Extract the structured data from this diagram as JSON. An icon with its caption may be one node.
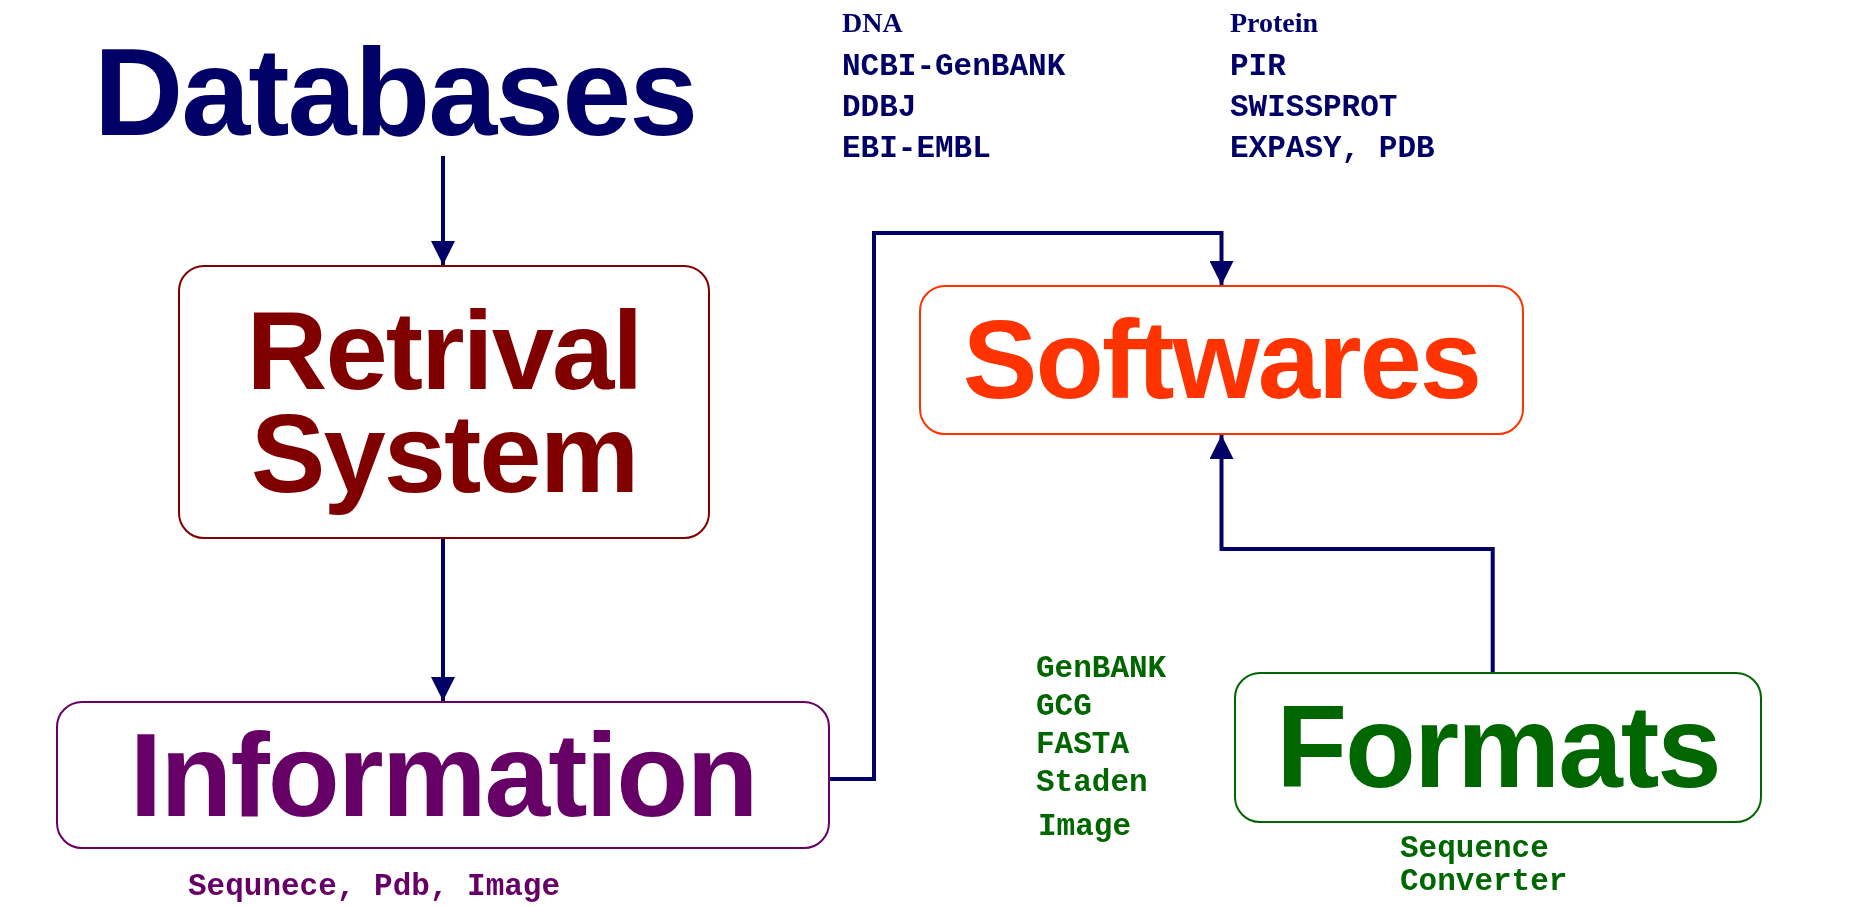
{
  "diagram": {
    "nodes": [
      {
        "text": [
          "Databases"
        ]
      },
      {
        "text": [
          "Retrival System"
        ]
      },
      {
        "text": [
          "Information"
        ],
        "beside": [
          "Sequnece, Pdb, Image"
        ]
      },
      {
        "text": [
          "Softwares"
        ]
      },
      {
        "text": [
          "Formats"
        ],
        "beside": [
          "GenBANK",
          "GCG",
          "FASTA",
          "Staden",
          "Image",
          "Sequence Converter"
        ]
      }
    ],
    "edges": [
      {
        "from": 0,
        "to": 1,
        "arrow": "to"
      },
      {
        "from": 1,
        "to": 2,
        "arrow": "to"
      },
      {
        "from": 2,
        "to": 3,
        "arrow": "to"
      },
      {
        "from": 4,
        "to": 3,
        "arrow": "to"
      }
    ],
    "labels": [
      "DNA",
      "NCBI-GenBANK",
      "DDBJ",
      "EBI-EMBL",
      "Protein",
      "PIR",
      "SWISSPROT",
      "EXPASY, PDB"
    ]
  }
}
